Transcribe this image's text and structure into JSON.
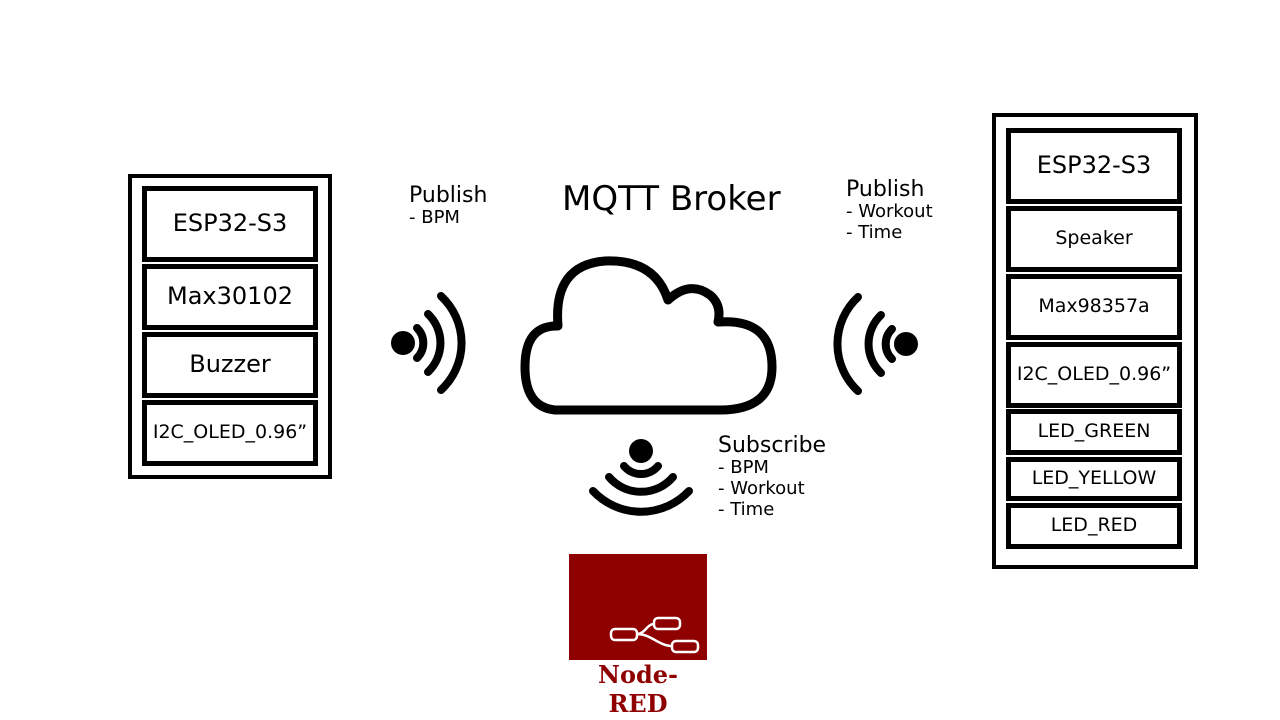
{
  "broker": {
    "title": "MQTT Broker"
  },
  "left_device": {
    "modules": [
      "ESP32-S3",
      "Max30102",
      "Buzzer",
      "I2C_OLED_0.96”"
    ]
  },
  "right_device": {
    "modules": [
      "ESP32-S3",
      "Speaker",
      "Max98357a",
      "I2C_OLED_0.96”",
      "LED_GREEN",
      "LED_YELLOW",
      "LED_RED"
    ]
  },
  "left_publish": {
    "heading": "Publish",
    "items": [
      "- BPM"
    ]
  },
  "right_publish": {
    "heading": "Publish",
    "items": [
      "- Workout",
      "- Time"
    ]
  },
  "subscribe": {
    "heading": "Subscribe",
    "items": [
      "- BPM",
      "- Workout",
      "- Time"
    ]
  },
  "node_red": {
    "label": "Node-RED",
    "brand_color": "#8f0000"
  },
  "icons": {
    "left_signal": "wireless-signal-icon",
    "right_signal": "wireless-signal-icon",
    "bottom_signal": "wireless-signal-icon",
    "cloud": "cloud-icon",
    "node_red_logo": "node-red-flow-icon"
  }
}
